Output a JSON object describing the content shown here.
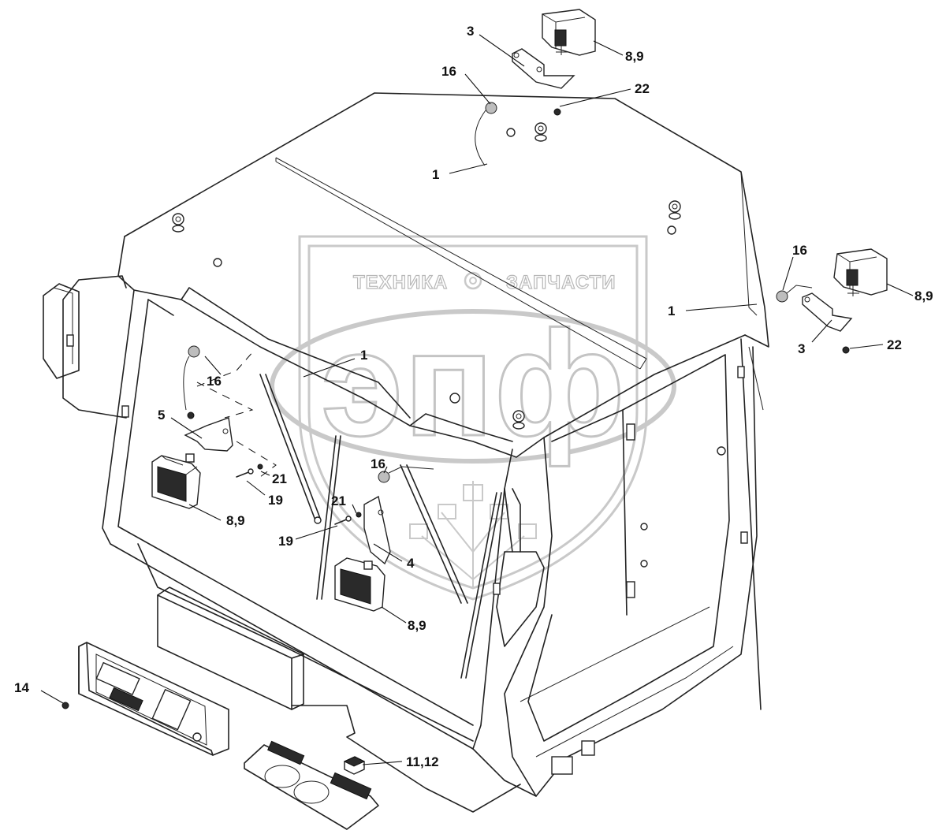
{
  "watermark": {
    "brand_left": "ТЕХНИКА",
    "brand_right": "ЗАПЧАСТИ",
    "logo_letters": "эпф"
  },
  "callouts": [
    {
      "id": "c-3-top",
      "text": "3"
    },
    {
      "id": "c-89-top",
      "text": "8,9"
    },
    {
      "id": "c-16-top",
      "text": "16"
    },
    {
      "id": "c-22-top",
      "text": "22"
    },
    {
      "id": "c-1-top",
      "text": "1"
    },
    {
      "id": "c-16-right",
      "text": "16"
    },
    {
      "id": "c-89-right",
      "text": "8,9"
    },
    {
      "id": "c-1-right",
      "text": "1"
    },
    {
      "id": "c-3-right",
      "text": "3"
    },
    {
      "id": "c-22-right",
      "text": "22"
    },
    {
      "id": "c-1-left",
      "text": "1"
    },
    {
      "id": "c-16-left",
      "text": "16"
    },
    {
      "id": "c-5",
      "text": "5"
    },
    {
      "id": "c-21-left",
      "text": "21"
    },
    {
      "id": "c-19-left",
      "text": "19"
    },
    {
      "id": "c-89-left",
      "text": "8,9"
    },
    {
      "id": "c-16-center",
      "text": "16"
    },
    {
      "id": "c-21-center",
      "text": "21"
    },
    {
      "id": "c-19-center",
      "text": "19"
    },
    {
      "id": "c-4",
      "text": "4"
    },
    {
      "id": "c-89-center",
      "text": "8,9"
    },
    {
      "id": "c-14",
      "text": "14"
    },
    {
      "id": "c-1112",
      "text": "11,12"
    }
  ]
}
